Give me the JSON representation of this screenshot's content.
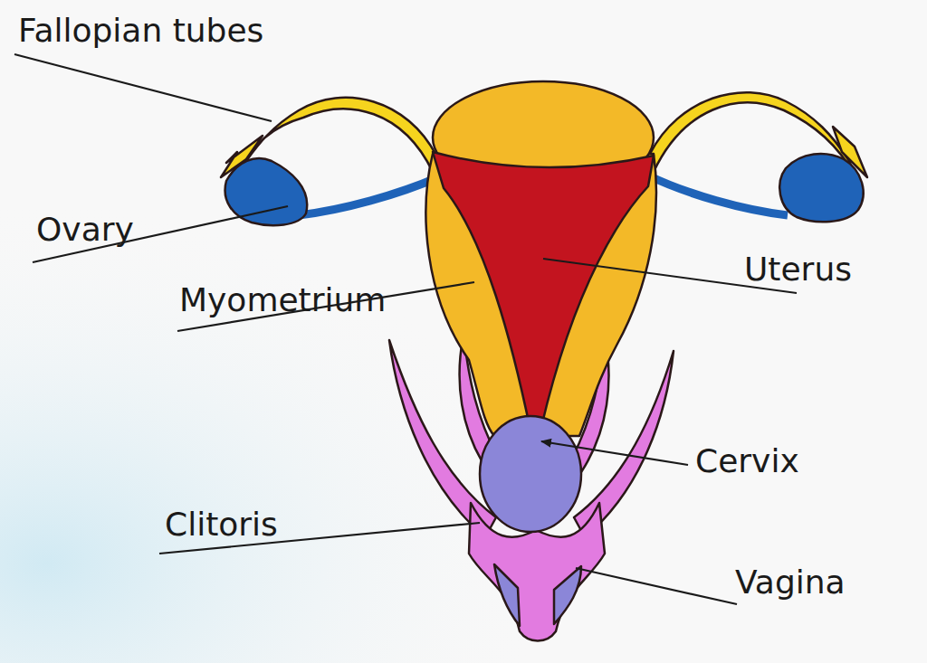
{
  "diagram": {
    "labels": [
      "Fallopian tubes",
      "Ovary",
      "Myometrium",
      "Uterus",
      "Cervix",
      "Clitoris",
      "Vagina"
    ]
  }
}
